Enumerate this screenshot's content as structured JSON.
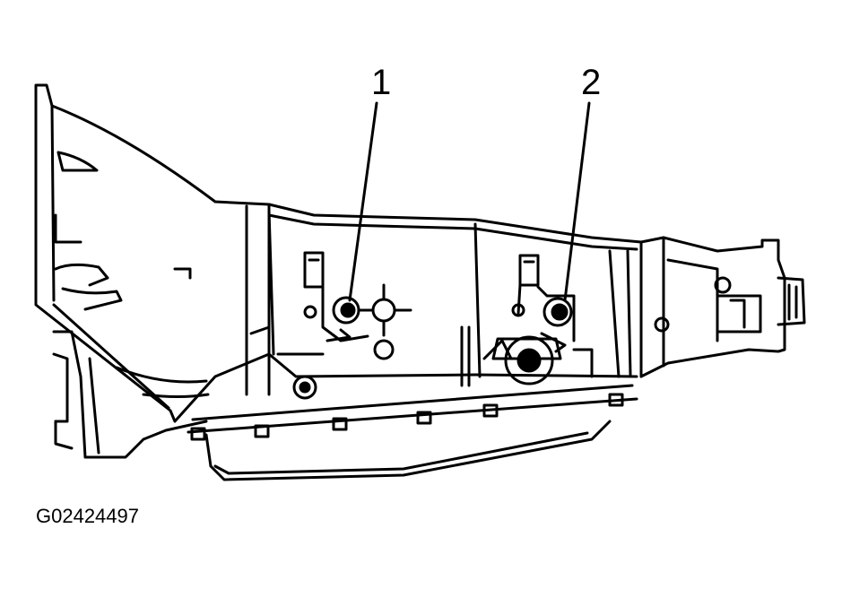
{
  "callouts": [
    {
      "label": "1"
    },
    {
      "label": "2"
    }
  ],
  "figure_id": "G02424497",
  "colors": {
    "ink": "#000000",
    "paper": "#ffffff"
  }
}
